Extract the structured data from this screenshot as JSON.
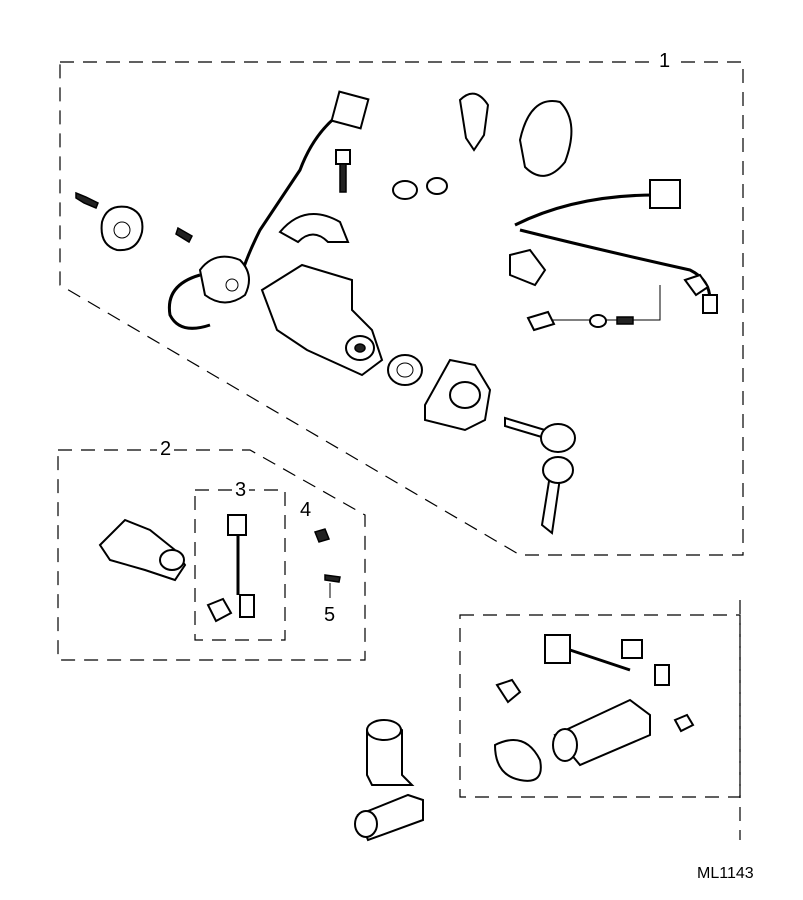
{
  "callouts": {
    "group1": "1",
    "group2": "2",
    "group3": "3",
    "item4": "4",
    "item5": "5"
  },
  "diagram_code": "ML1143"
}
